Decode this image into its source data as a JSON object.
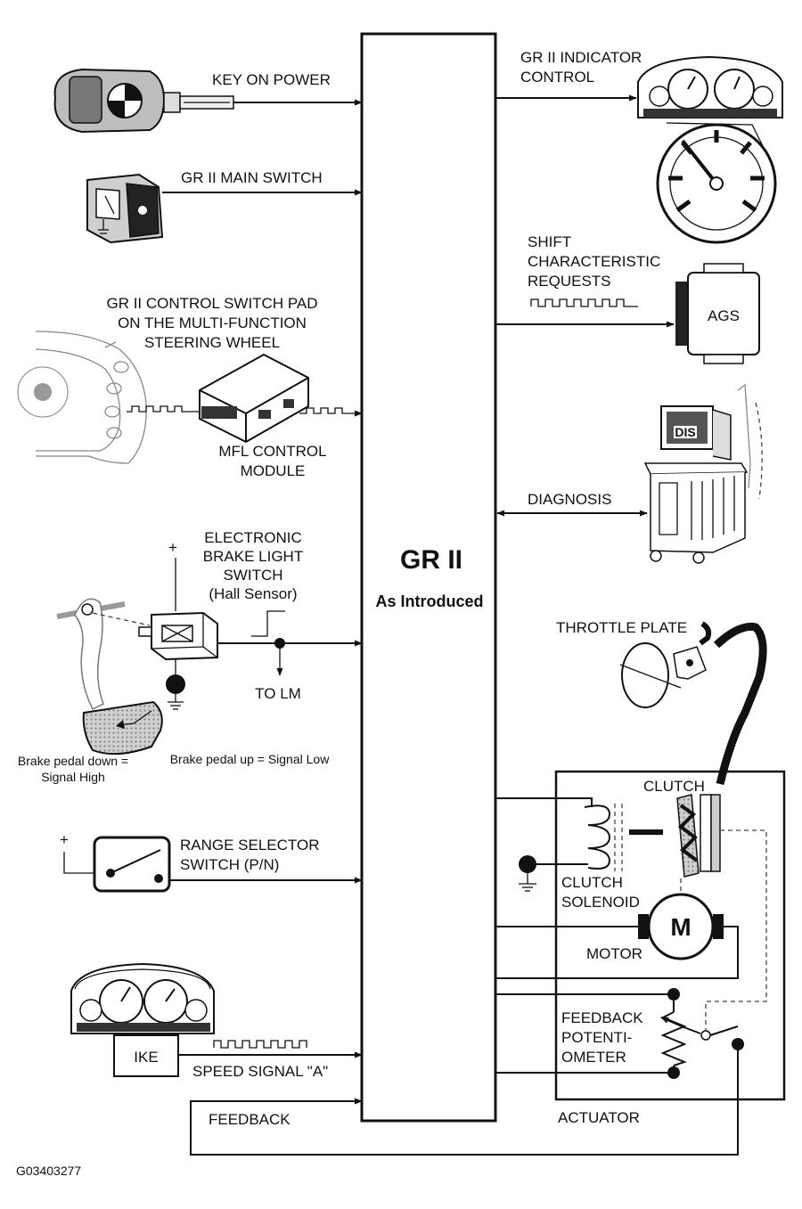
{
  "module": {
    "title": "GR II",
    "subtitle": "As Introduced"
  },
  "inputs": {
    "key_on_power": "KEY ON POWER",
    "main_switch": "GR II MAIN SWITCH",
    "control_pad": [
      "GR II CONTROL SWITCH PAD",
      "ON THE MULTI-FUNCTION",
      "STEERING WHEEL"
    ],
    "mfl_module": [
      "MFL CONTROL",
      "MODULE"
    ],
    "brake_switch": [
      "ELECTRONIC",
      "BRAKE LIGHT",
      "SWITCH",
      "(Hall Sensor)"
    ],
    "to_lm": "TO LM",
    "brake_down": [
      "Brake pedal down =",
      "Signal High"
    ],
    "brake_up": "Brake pedal up = Signal Low",
    "range_selector": [
      "RANGE SELECTOR",
      "SWITCH (P/N)"
    ],
    "ike": "IKE",
    "speed_signal": "SPEED SIGNAL \"A\"",
    "feedback": "FEEDBACK"
  },
  "outputs": {
    "indicator": [
      "GR II INDICATOR",
      "CONTROL"
    ],
    "shift_requests": [
      "SHIFT",
      "CHARACTERISTIC",
      "REQUESTS"
    ],
    "ags": "AGS",
    "diagnosis": "DIAGNOSIS",
    "dis": "DIS",
    "throttle": "THROTTLE PLATE",
    "clutch": "CLUTCH",
    "clutch_solenoid": [
      "CLUTCH",
      "SOLENOID"
    ],
    "motor": "MOTOR",
    "motor_symbol": "M",
    "feedback_pot": [
      "FEEDBACK",
      "POTENTI-",
      "OMETER"
    ],
    "actuator": "ACTUATOR"
  },
  "symbols": {
    "plus": "+"
  },
  "figure_id": "G03403277"
}
